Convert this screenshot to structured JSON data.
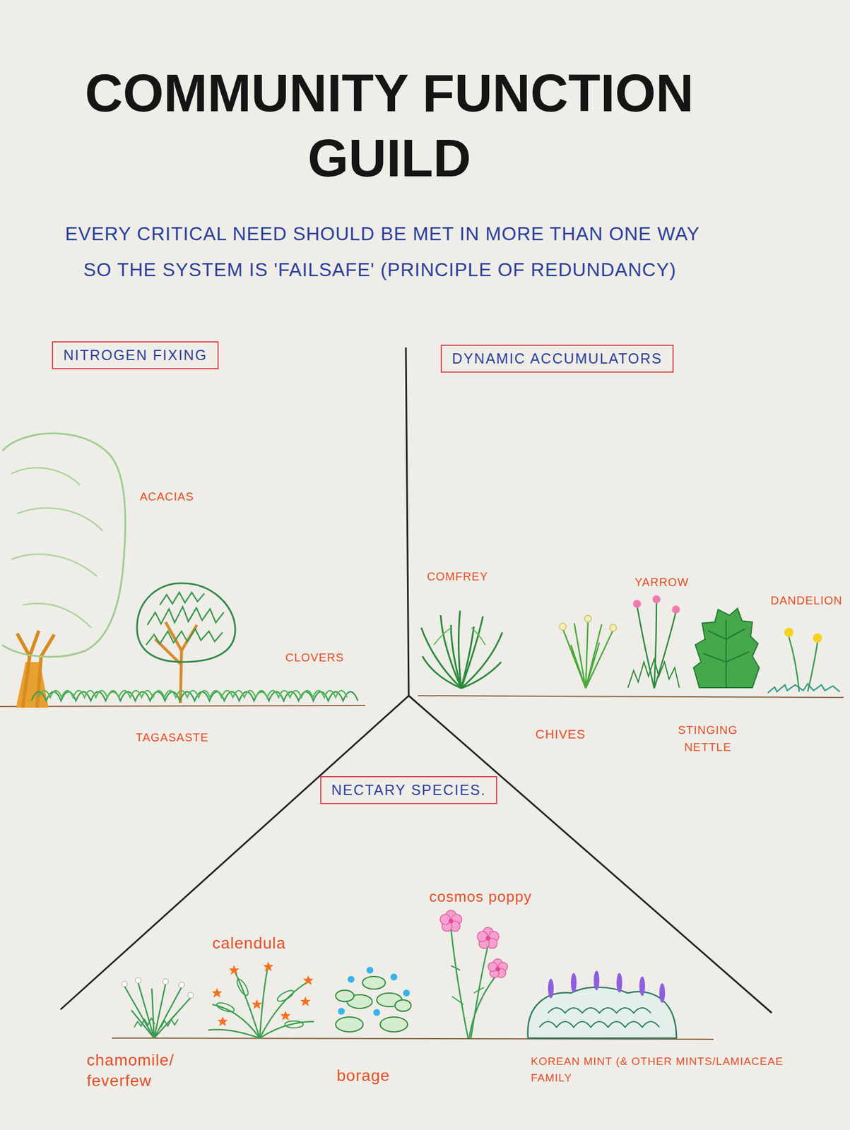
{
  "diagram": {
    "title": "COMMUNITY FUNCTION GUILD",
    "nodes": [
      {
        "text": [
          "NITROGEN FIXING"
        ]
      },
      {
        "text": [
          "DYNAMIC ACCUMULATORS"
        ]
      },
      {
        "text": [
          "NECTARY SPECIES."
        ]
      }
    ],
    "labels": [
      "EVERY CRITICAL NEED SHOULD BE MET IN MORE THAN ONE WAY SO THE SYSTEM IS 'FAILSAFE' (PRINCIPLE OF REDUNDANCY)",
      "ACACIAS",
      "CLOVERS",
      "TAGASASTE",
      "COMFREY",
      "YARROW",
      "DANDELION",
      "CHIVES",
      "STINGING NETTLE",
      "calendula",
      "cosmos poppy",
      "chamomile/ feverfew",
      "borage",
      "KOREAN MINT (& OTHER MINTS/LAMIACEAE FAMILY"
    ]
  }
}
